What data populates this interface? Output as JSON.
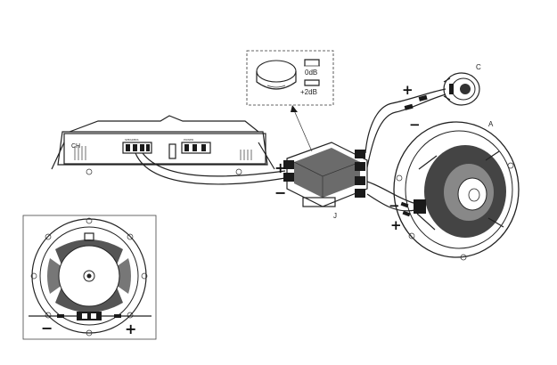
{
  "labels": {
    "tweeter": "C",
    "woofer": "A",
    "crossover": "J",
    "amp_ch": "CH"
  },
  "attenuation": {
    "level_0": "0dB",
    "level_2": "+2dB"
  },
  "polarity": {
    "plus": "+",
    "minus": "−"
  }
}
